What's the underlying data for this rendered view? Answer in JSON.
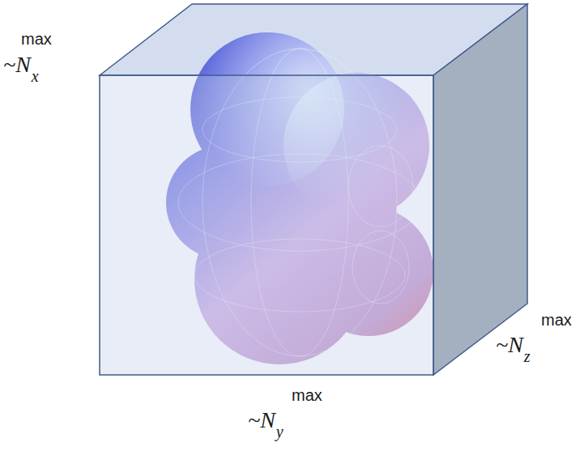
{
  "diagram": {
    "labels": [
      "max",
      "~N",
      "x",
      "max",
      "~N",
      "z",
      "max",
      "~N",
      "y"
    ]
  }
}
